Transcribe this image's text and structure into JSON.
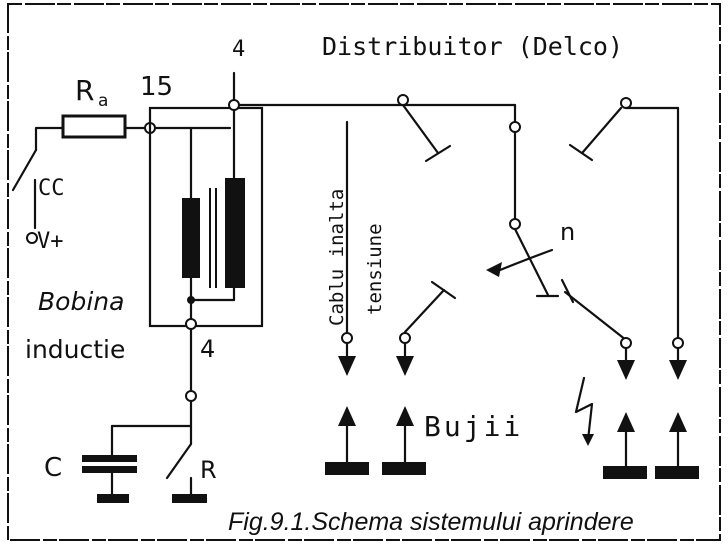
{
  "labels": {
    "resistor": "R",
    "resistor_sub": "a",
    "terminal_15": "15",
    "terminal_4_top": "4",
    "terminal_4_bottom": "4",
    "distributor": "Distribuitor (Delco)",
    "cc": "CC",
    "v_plus": "V+",
    "coil_line1": "Bobina",
    "coil_line2": "inductie",
    "cable_line1": "Cablu inalta",
    "cable_line2": "tensiune",
    "n": "n",
    "spark_plugs": "Bujii",
    "capacitor": "C",
    "breaker": "R",
    "caption": "Fig.9.1.Schema sistemului aprindere"
  }
}
